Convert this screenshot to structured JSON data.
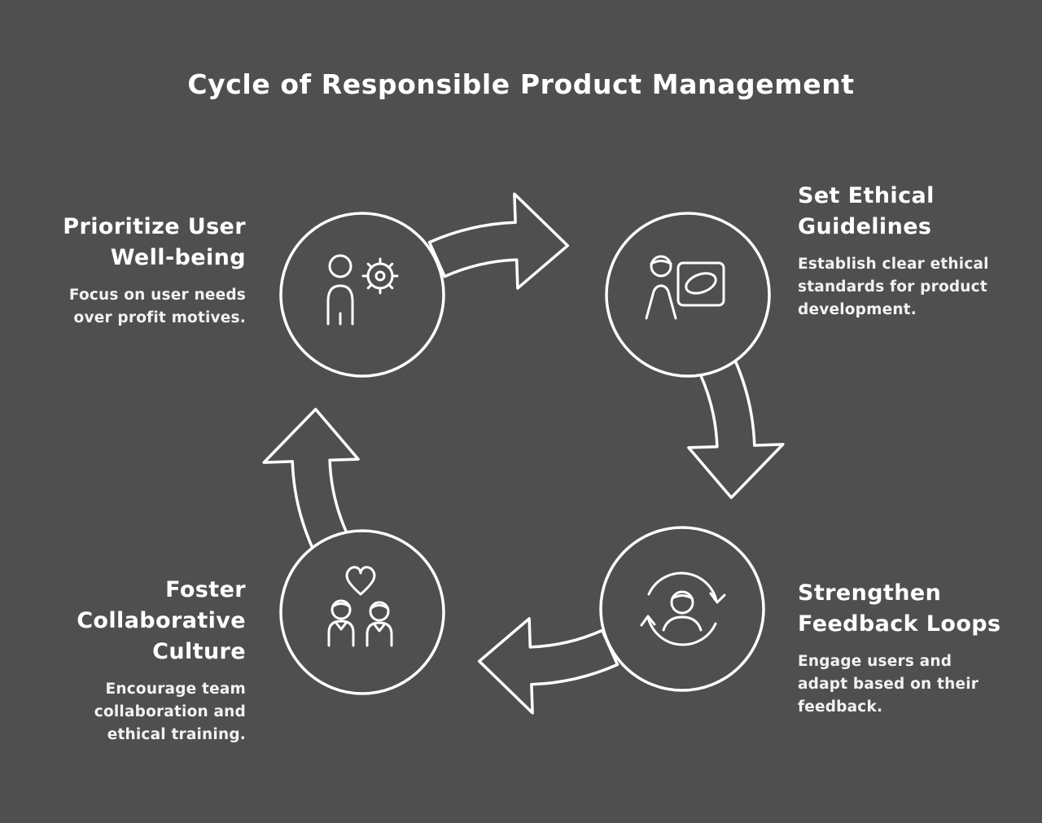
{
  "title": "Cycle of Responsible Product Management",
  "colors": {
    "background": "#4f4f4f",
    "line": "#ffffff",
    "text": "#f2f2f2"
  },
  "diagram": {
    "type": "cycle",
    "direction": "clockwise",
    "node_count": 4
  },
  "steps": [
    {
      "id": "prioritize-user-well-being",
      "position": "top-left",
      "icon": "person-gear-icon",
      "heading": "Prioritize User Well-being",
      "heading_lines": [
        "Prioritize User",
        "Well-being"
      ],
      "description": "Focus on user needs over profit motives.",
      "description_lines": [
        "Focus on user needs",
        "over profit motives."
      ]
    },
    {
      "id": "set-ethical-guidelines",
      "position": "top-right",
      "icon": "person-presentation-icon",
      "heading": "Set Ethical Guidelines",
      "heading_lines": [
        "Set Ethical",
        "Guidelines"
      ],
      "description": "Establish clear ethical standards for product development.",
      "description_lines": [
        "Establish clear ethical",
        "standards for product",
        "development."
      ]
    },
    {
      "id": "strengthen-feedback-loops",
      "position": "bottom-right",
      "icon": "person-refresh-icon",
      "heading": "Strengthen Feedback Loops",
      "heading_lines": [
        "Strengthen",
        "Feedback Loops"
      ],
      "description": "Engage users and adapt based on their feedback.",
      "description_lines": [
        "Engage users and",
        "adapt based on their",
        "feedback."
      ]
    },
    {
      "id": "foster-collaborative-culture",
      "position": "bottom-left",
      "icon": "team-heart-icon",
      "heading": "Foster Collaborative Culture",
      "heading_lines": [
        "Foster",
        "Collaborative",
        "Culture"
      ],
      "description": "Encourage team collaboration and ethical training.",
      "description_lines": [
        "Encourage team",
        "collaboration and",
        "ethical training."
      ]
    }
  ]
}
